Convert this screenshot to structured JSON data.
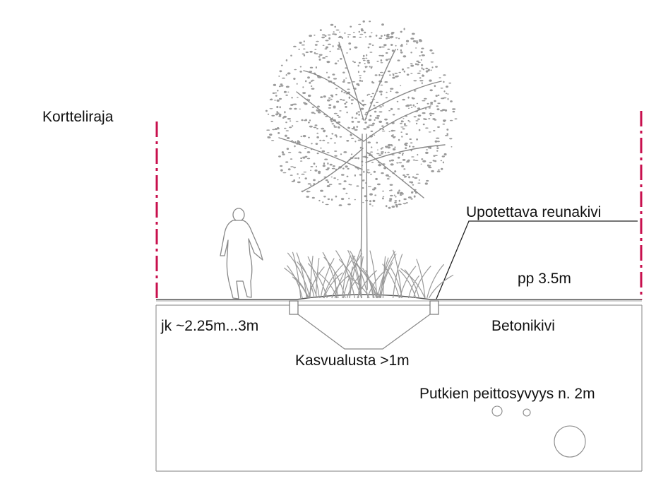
{
  "labels": {
    "block_boundary": "Kortteliraja",
    "curb": "Upotettava reunakivi",
    "bike_path": "pp 3.5m",
    "sidewalk": "jk ~2.25m...3m",
    "paving": "Betonikivi",
    "growing_medium": "Kasvualusta >1m",
    "pipe_cover": "Putkien peittosyvyys n. 2m"
  },
  "colors": {
    "boundary_line": "#c8104e",
    "linework": "#777777",
    "text": "#111111"
  },
  "icons": {
    "tree": "tree-icon",
    "pedestrian": "pedestrian-icon",
    "grass": "grass-icon"
  }
}
